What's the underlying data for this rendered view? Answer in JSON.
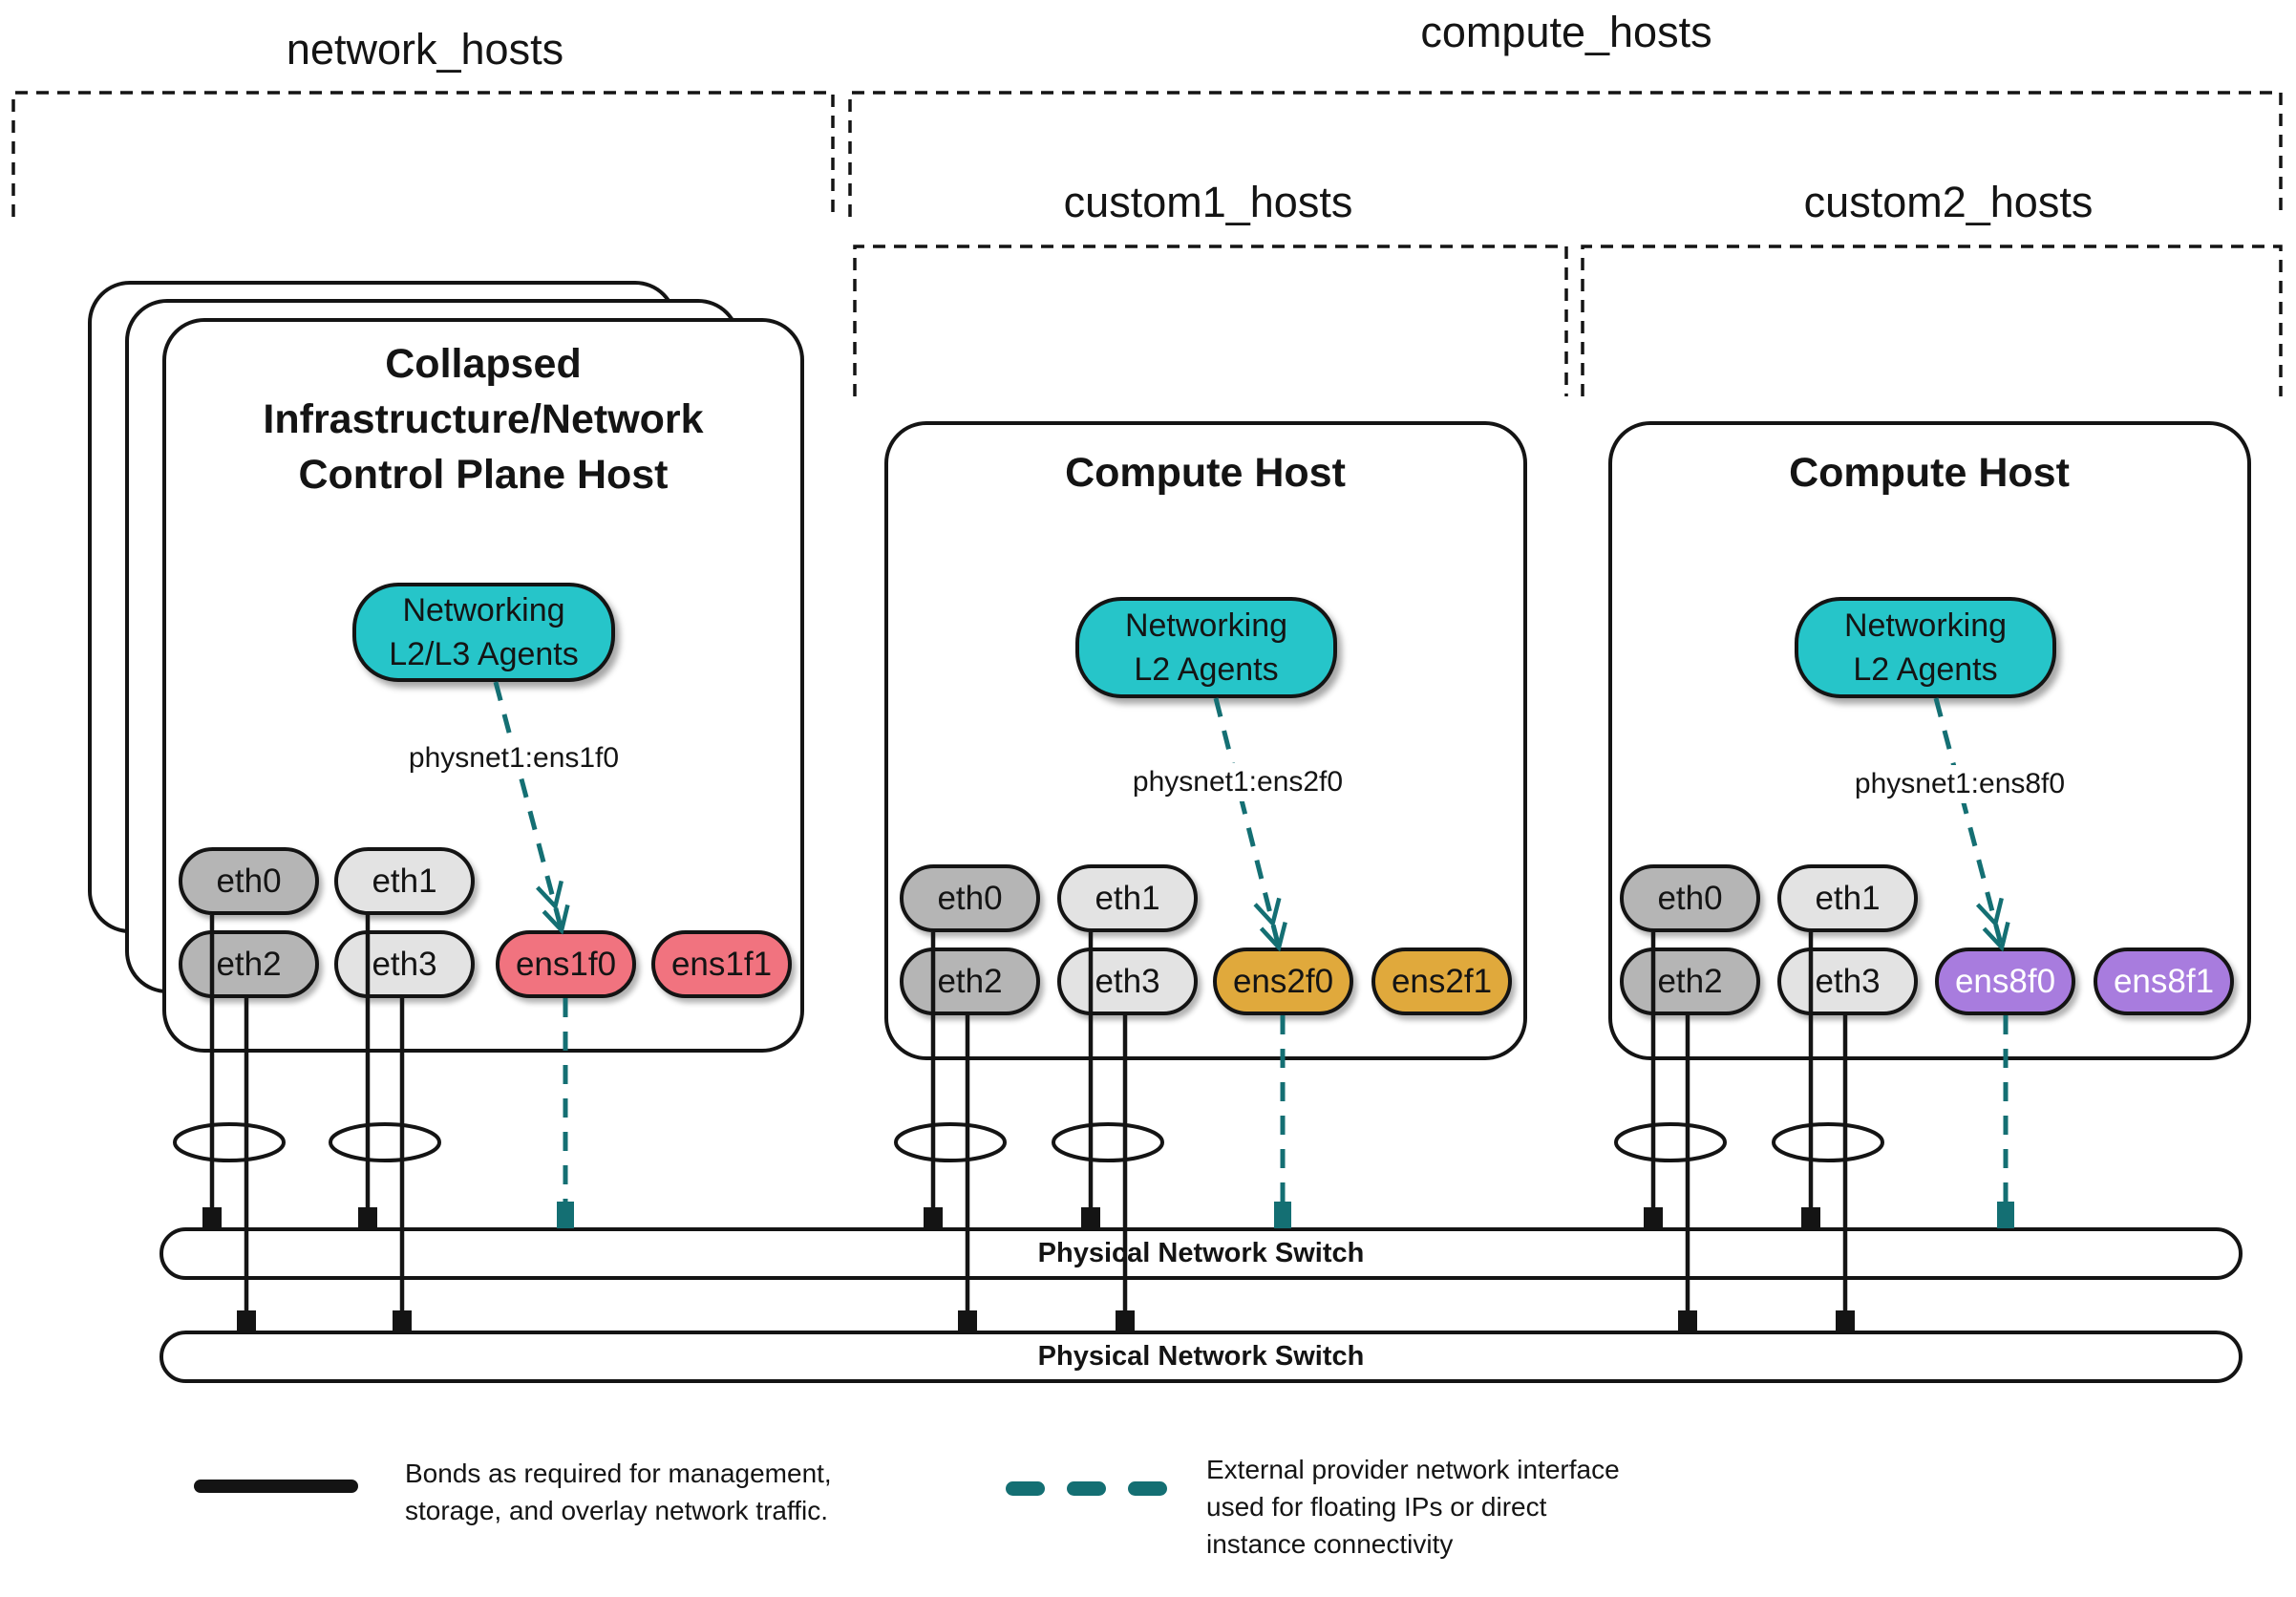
{
  "groups": {
    "network_hosts": {
      "label": "network_hosts"
    },
    "compute_hosts": {
      "label": "compute_hosts"
    },
    "custom1_hosts": {
      "label": "custom1_hosts"
    },
    "custom2_hosts": {
      "label": "custom2_hosts"
    }
  },
  "hosts": [
    {
      "title_lines": [
        "Collapsed",
        "Infrastructure/Network",
        "Control Plane Host"
      ],
      "agent_label_lines": [
        "Networking",
        "L2/L3 Agents"
      ],
      "physnet_label": "physnet1:ens1f0",
      "nics": [
        {
          "label": "eth0",
          "color": "#B5B5B5"
        },
        {
          "label": "eth1",
          "color": "#E3E3E3"
        },
        {
          "label": "eth2",
          "color": "#B5B5B5"
        },
        {
          "label": "eth3",
          "color": "#E3E3E3"
        },
        {
          "label": "ens1f0",
          "color": "#F1737F"
        },
        {
          "label": "ens1f1",
          "color": "#F1737F"
        }
      ]
    },
    {
      "title_lines": [
        "Compute Host"
      ],
      "agent_label_lines": [
        "Networking",
        "L2 Agents"
      ],
      "physnet_label": "physnet1:ens2f0",
      "nics": [
        {
          "label": "eth0",
          "color": "#B5B5B5"
        },
        {
          "label": "eth1",
          "color": "#E3E3E3"
        },
        {
          "label": "eth2",
          "color": "#B5B5B5"
        },
        {
          "label": "eth3",
          "color": "#E3E3E3"
        },
        {
          "label": "ens2f0",
          "color": "#E0A93C"
        },
        {
          "label": "ens2f1",
          "color": "#E0A93C"
        }
      ]
    },
    {
      "title_lines": [
        "Compute Host"
      ],
      "agent_label_lines": [
        "Networking",
        "L2 Agents"
      ],
      "physnet_label": "physnet1:ens8f0",
      "nics": [
        {
          "label": "eth0",
          "color": "#B5B5B5"
        },
        {
          "label": "eth1",
          "color": "#E3E3E3"
        },
        {
          "label": "eth2",
          "color": "#B5B5B5"
        },
        {
          "label": "eth3",
          "color": "#E3E3E3"
        },
        {
          "label": "ens8f0",
          "color": "#A87CDE"
        },
        {
          "label": "ens8f1",
          "color": "#A87CDE"
        }
      ]
    }
  ],
  "switches": [
    {
      "label": "Physical Network Switch"
    },
    {
      "label": "Physical Network Switch"
    }
  ],
  "legend": [
    {
      "symbol": "solid-black-line",
      "text_lines": [
        "Bonds as required for management,",
        "storage, and overlay network traffic."
      ]
    },
    {
      "symbol": "teal-dashed-line",
      "text_lines": [
        "External provider network interface",
        "used for floating IPs or direct",
        "instance connectivity"
      ]
    }
  ],
  "colors": {
    "agent_fill_teal": "#26C5C9",
    "provider_line_teal": "#146F73",
    "nic_gray_dark": "#B5B5B5",
    "nic_gray_light": "#E3E3E3",
    "nic_pink": "#F1737F",
    "nic_gold": "#E0A93C",
    "nic_purple": "#A87CDE",
    "outline": "#141414"
  }
}
